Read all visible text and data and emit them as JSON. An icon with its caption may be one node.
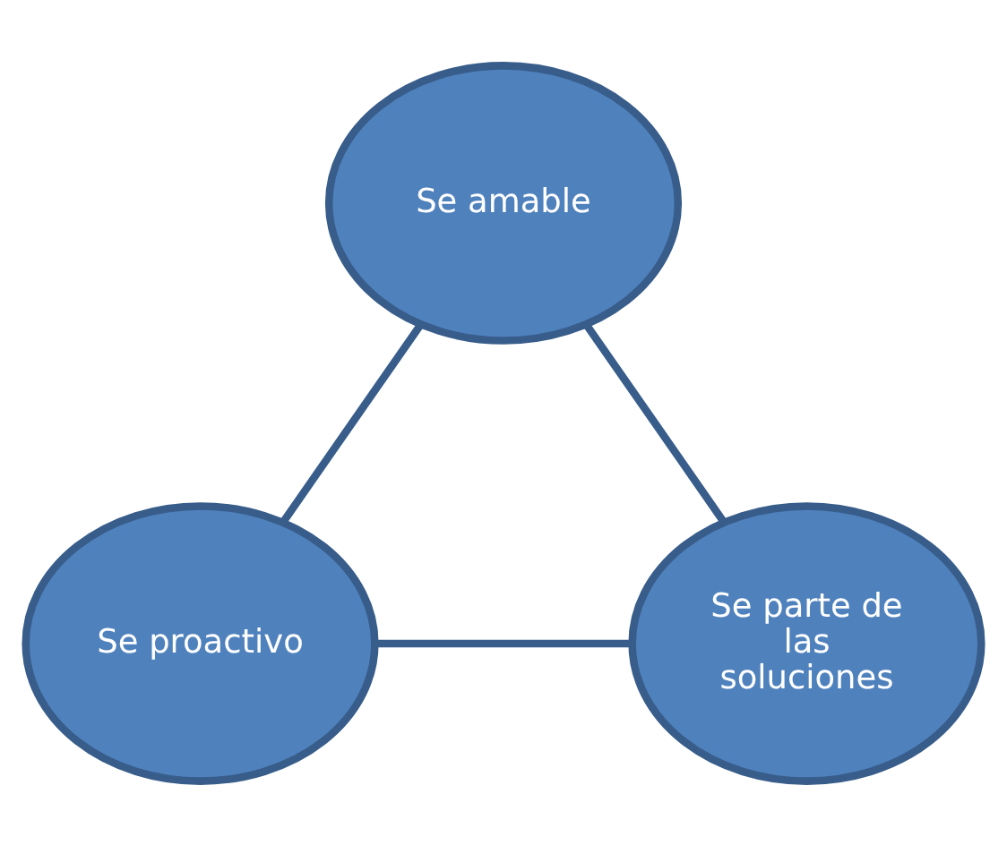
{
  "diagram": {
    "nodes": [
      {
        "text": [
          "Se amable"
        ]
      },
      {
        "text": [
          "Se proactivo"
        ]
      },
      {
        "text": [
          "Se parte de las soluciones"
        ]
      }
    ],
    "edges": [
      {
        "from": 0,
        "to": 1,
        "arrow": "none"
      },
      {
        "from": 1,
        "to": 2,
        "arrow": "none"
      },
      {
        "from": 0,
        "to": 2,
        "arrow": "none"
      }
    ]
  }
}
